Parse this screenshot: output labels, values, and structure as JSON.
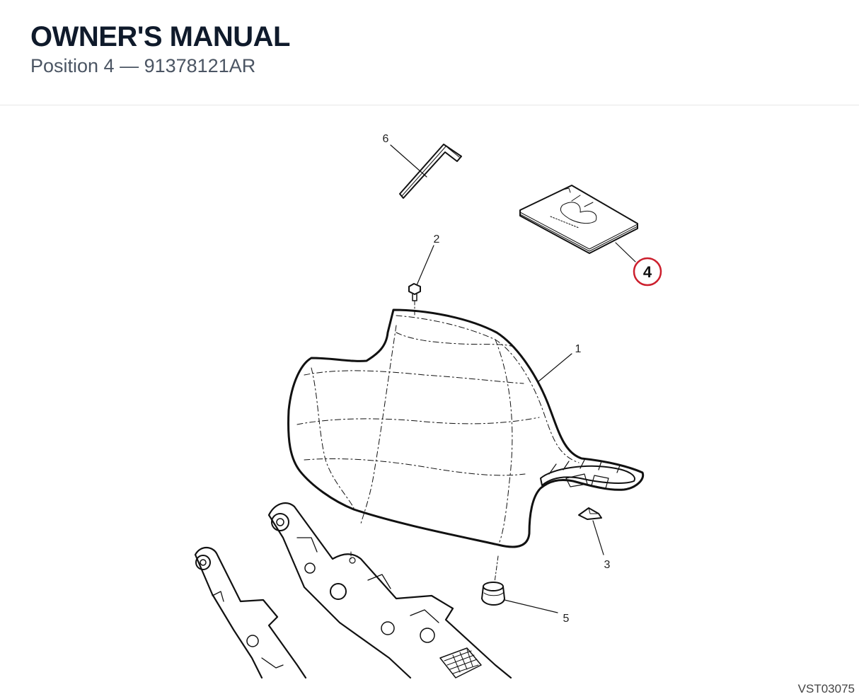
{
  "header": {
    "title": "OWNER'S MANUAL",
    "subtitle": "Position 4 — 91378121AR"
  },
  "callouts": {
    "c1": "1",
    "c2": "2",
    "c3": "3",
    "c4": "4",
    "c5": "5",
    "c6": "6"
  },
  "highlight_color": "#cc1f2d",
  "figure_code": "VST03075"
}
